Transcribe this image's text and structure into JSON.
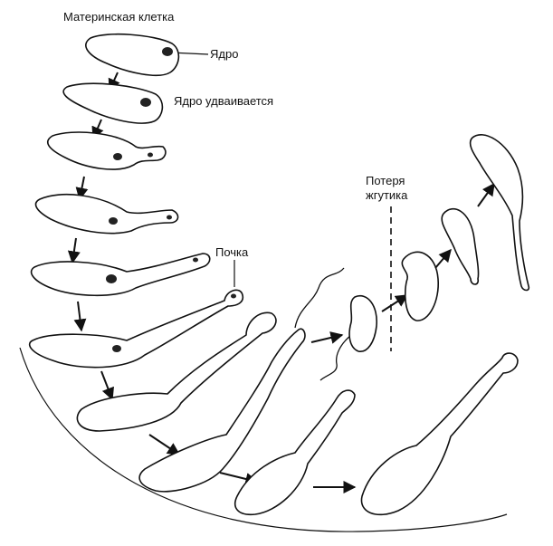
{
  "labels": {
    "mother_cell": "Материнская клетка",
    "nucleus": "Ядро",
    "nucleus_doubles": "Ядро удваивается",
    "bud": "Почка",
    "flagellum_loss": "Потеря\nжгутика"
  },
  "colors": {
    "ink": "#111111",
    "background": "#ffffff"
  }
}
